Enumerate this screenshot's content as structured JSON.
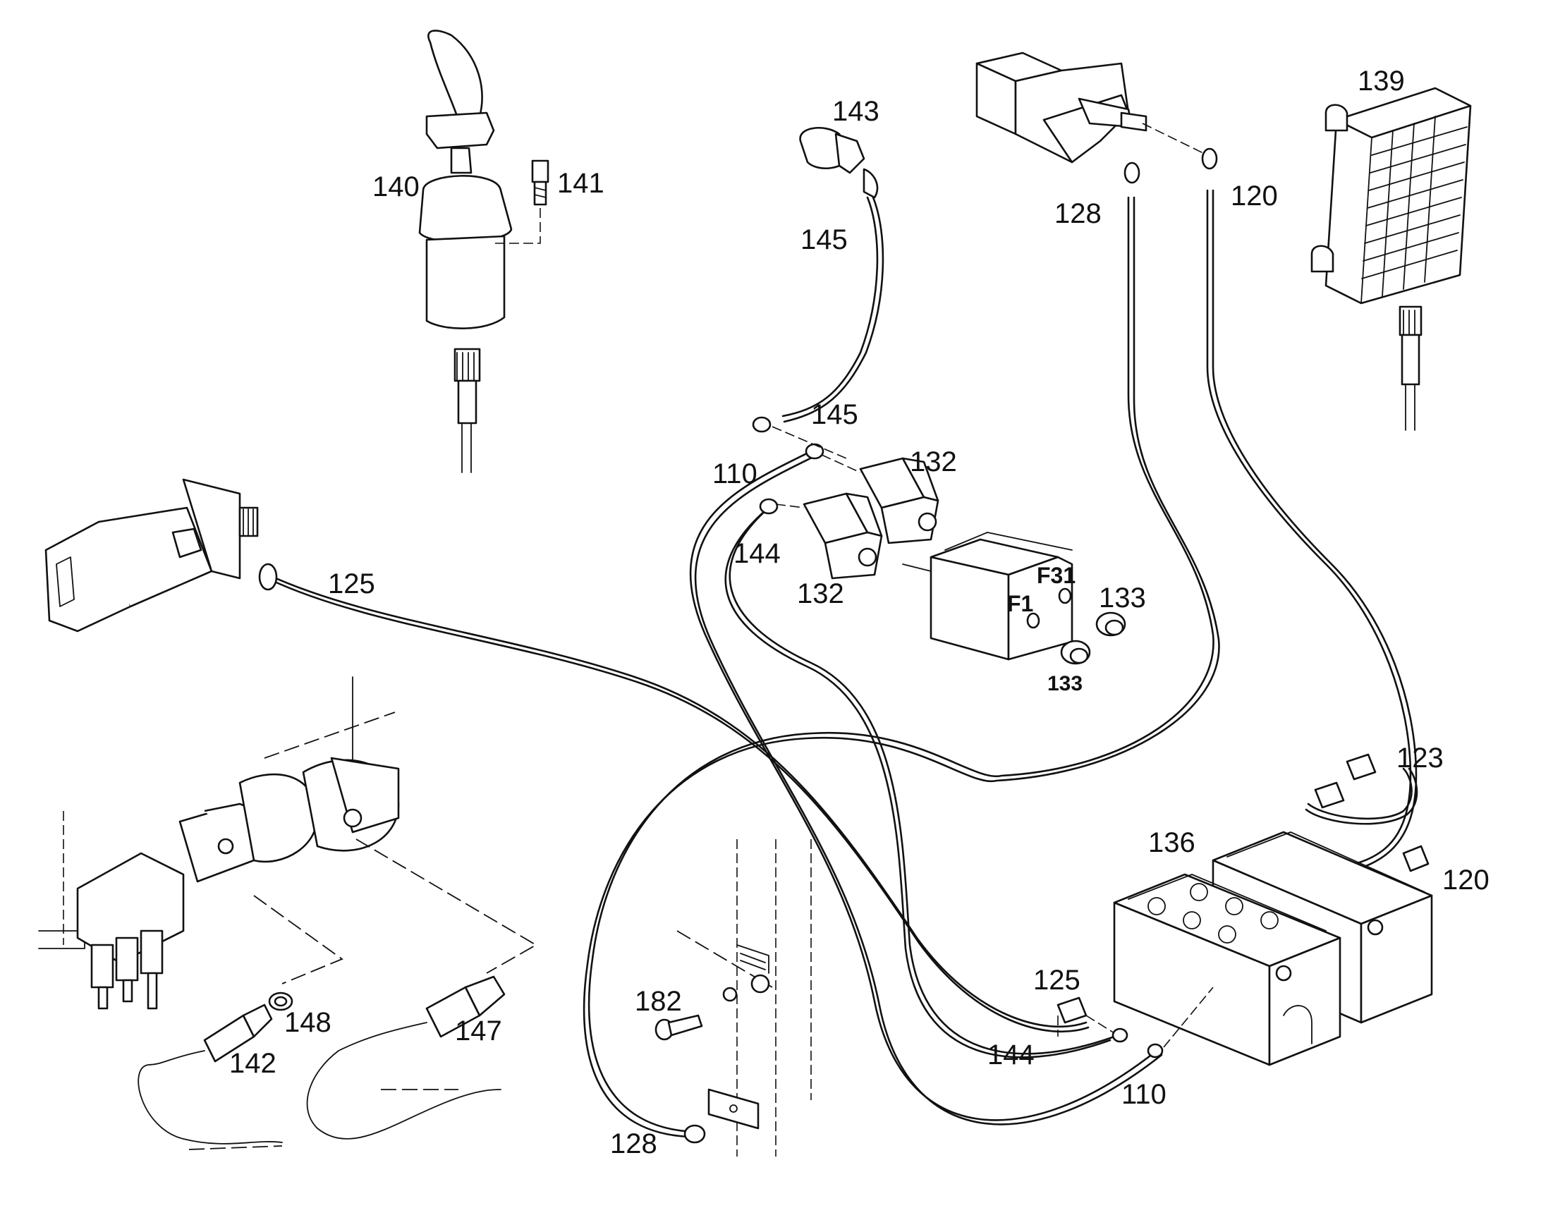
{
  "diagram": {
    "labels": {
      "l143": "143",
      "l140": "140",
      "l141": "141",
      "l145a": "145",
      "l145b": "145",
      "l128a": "128",
      "l120a": "120",
      "l139": "139",
      "l110a": "110",
      "l132a": "132",
      "l132b": "132",
      "l144a": "144",
      "l125a": "125",
      "l133a": "133",
      "l133b": "133",
      "lF31": "F31",
      "lF1": "F1",
      "l123": "123",
      "l136": "136",
      "l120b": "120",
      "l125b": "125",
      "l182": "182",
      "l148": "148",
      "l147": "147",
      "l142": "142",
      "l144b": "144",
      "l110b": "110",
      "l128b": "128"
    }
  }
}
